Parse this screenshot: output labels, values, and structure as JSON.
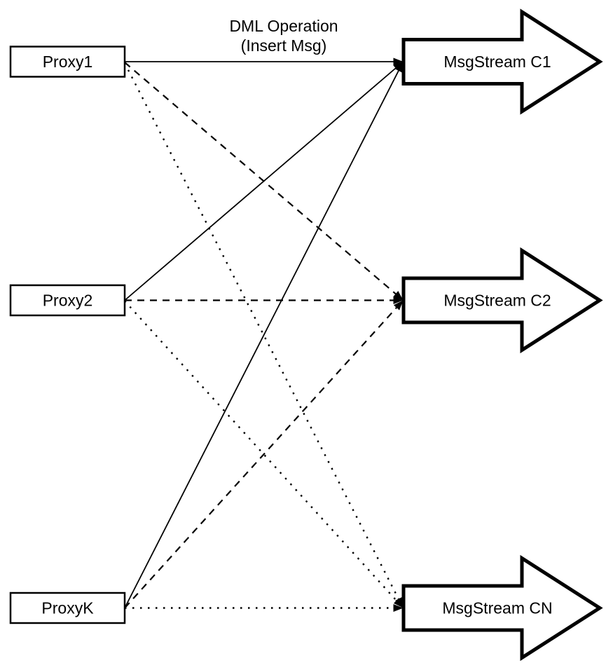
{
  "diagram": {
    "title": {
      "line1": "DML Operation",
      "line2": "(Insert Msg)"
    },
    "colors": {
      "stroke": "#000000",
      "shape_fill": "#ffffff",
      "background": "#ffffff"
    },
    "proxies": [
      {
        "id": "proxy1",
        "label": "Proxy1"
      },
      {
        "id": "proxy2",
        "label": "Proxy2"
      },
      {
        "id": "proxyk",
        "label": "ProxyK"
      }
    ],
    "streams": [
      {
        "id": "msgstream-c1",
        "label": "MsgStream C1"
      },
      {
        "id": "msgstream-c2",
        "label": "MsgStream C2"
      },
      {
        "id": "msgstream-cn",
        "label": "MsgStream CN"
      }
    ],
    "edges": [
      {
        "from": "Proxy1",
        "to": "MsgStream C1",
        "style": "solid"
      },
      {
        "from": "Proxy2",
        "to": "MsgStream C1",
        "style": "solid"
      },
      {
        "from": "ProxyK",
        "to": "MsgStream C1",
        "style": "solid"
      },
      {
        "from": "Proxy1",
        "to": "MsgStream C2",
        "style": "dashed"
      },
      {
        "from": "Proxy2",
        "to": "MsgStream C2",
        "style": "dashed"
      },
      {
        "from": "ProxyK",
        "to": "MsgStream C2",
        "style": "dashed"
      },
      {
        "from": "Proxy1",
        "to": "MsgStream CN",
        "style": "dotted"
      },
      {
        "from": "Proxy2",
        "to": "MsgStream CN",
        "style": "dotted"
      },
      {
        "from": "ProxyK",
        "to": "MsgStream CN",
        "style": "dotted"
      }
    ]
  }
}
